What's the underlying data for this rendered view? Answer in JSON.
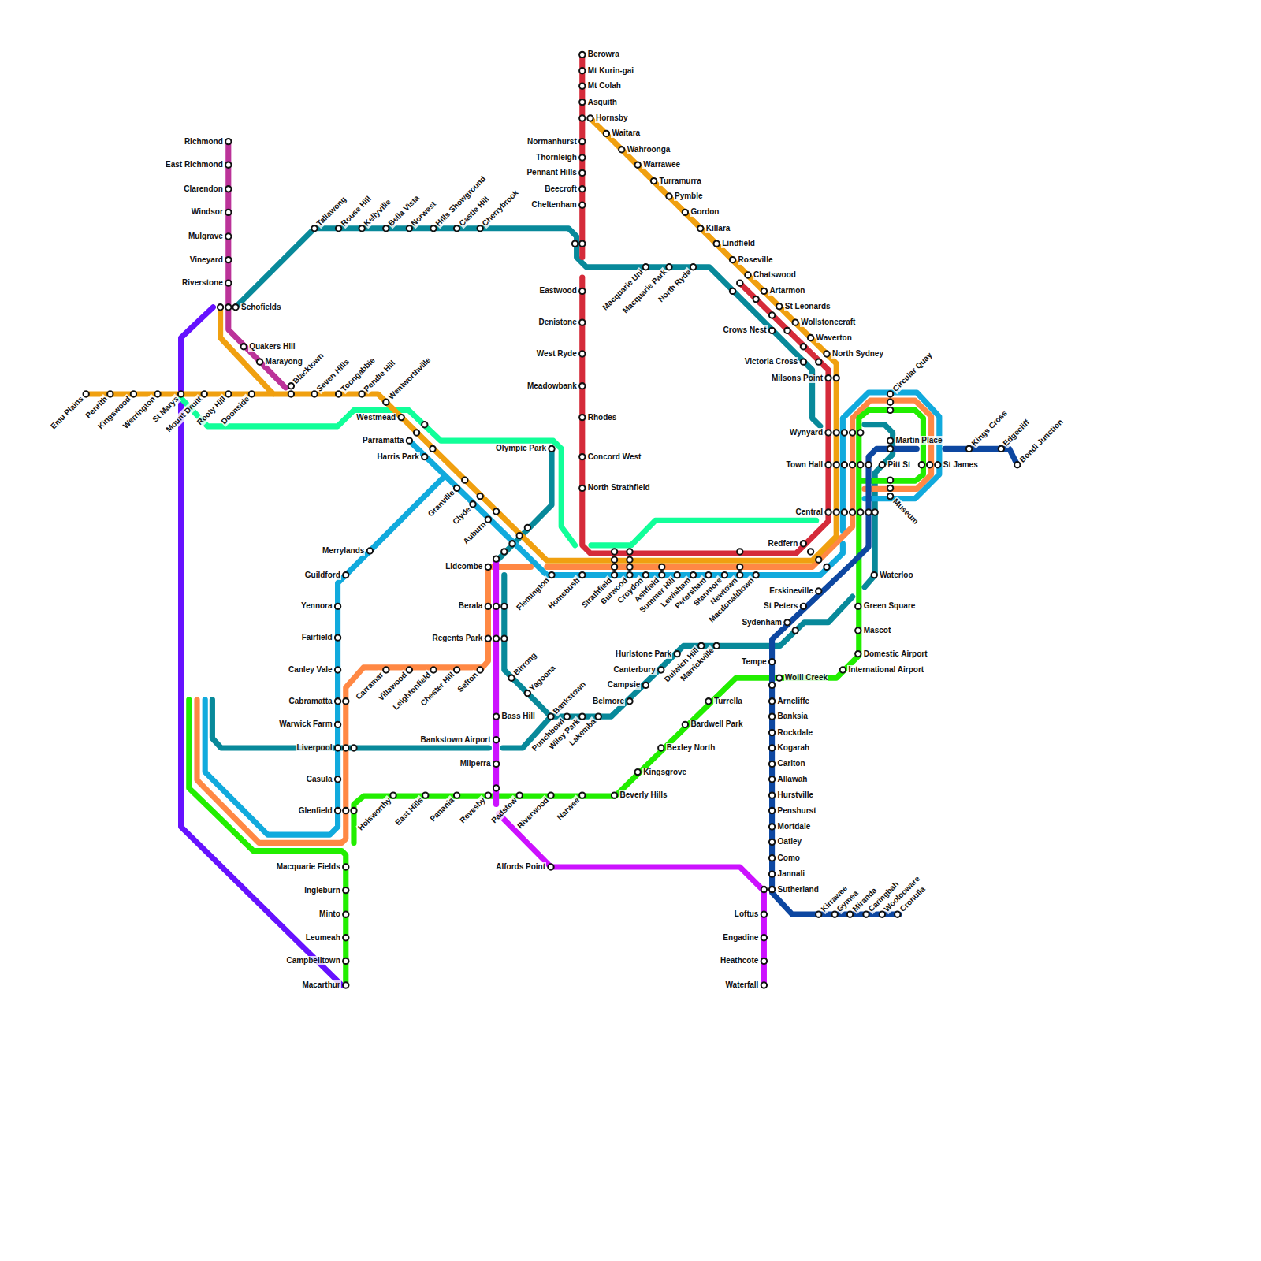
{
  "diagram": {
    "labels": [
      "Berowra",
      "Mt Kurin-gai",
      "Mt Colah",
      "Asquith",
      "Hornsby",
      "Normanhurst",
      "Thornleigh",
      "Pennant Hills",
      "Beecroft",
      "Cheltenham",
      "Eastwood",
      "Denistone",
      "West Ryde",
      "Meadowbank",
      "Rhodes",
      "Concord West",
      "North Strathfield",
      "Waitara",
      "Wahroonga",
      "Warrawee",
      "Turramurra",
      "Pymble",
      "Gordon",
      "Killara",
      "Lindfield",
      "Roseville",
      "Chatswood",
      "Artarmon",
      "St Leonards",
      "Wollstonecraft",
      "Waverton",
      "North Sydney",
      "Milsons Point",
      "Macquarie Uni",
      "Macquarie Park",
      "North Ryde",
      "Crows Nest",
      "Victoria Cross",
      "Tallawong",
      "Rouse Hill",
      "Kellyville",
      "Bella Vista",
      "Norwest",
      "Hills Showground",
      "Castle Hill",
      "Cherrybrook",
      "Richmond",
      "East Richmond",
      "Clarendon",
      "Windsor",
      "Mulgrave",
      "Vineyard",
      "Riverstone",
      "Schofields",
      "Quakers Hill",
      "Marayong",
      "Blacktown",
      "Emu Plains",
      "Penrith",
      "Kingswood",
      "Werrington",
      "St Marys",
      "Mount Druitt",
      "Rooty Hill",
      "Doonside",
      "Seven Hills",
      "Toongabbie",
      "Pendle Hill",
      "Wentworthville",
      "Westmead",
      "Parramatta",
      "Harris Park",
      "Olympic Park",
      "Granville",
      "Clyde",
      "Auburn",
      "Lidcombe",
      "Flemington",
      "Homebush",
      "Strathfield",
      "Burwood",
      "Croydon",
      "Ashfield",
      "Summer Hill",
      "Lewisham",
      "Petersham",
      "Stanmore",
      "Newtown",
      "Macdonaldtown",
      "Redfern",
      "Erskineville",
      "St Peters",
      "Sydenham",
      "Tempe",
      "Wolli Creek",
      "Arncliffe",
      "Banksia",
      "Rockdale",
      "Kogarah",
      "Carlton",
      "Allawah",
      "Hurstville",
      "Penshurst",
      "Mortdale",
      "Oatley",
      "Como",
      "Jannali",
      "Sutherland",
      "Kirrawee",
      "Gymea",
      "Miranda",
      "Caringbah",
      "Woolooware",
      "Cronulla",
      "Loftus",
      "Engadine",
      "Heathcote",
      "Waterfall",
      "Green Square",
      "Mascot",
      "Domestic Airport",
      "International Airport",
      "Waterloo",
      "Turrella",
      "Bardwell Park",
      "Bexley North",
      "Kingsgrove",
      "Beverly Hills",
      "Narwee",
      "Riverwood",
      "Padstow",
      "Revesby",
      "Panania",
      "East Hills",
      "Holsworthy",
      "Belmore",
      "Campsie",
      "Canterbury",
      "Hurlstone Park",
      "Dulwich Hill",
      "Marrickville",
      "Lakemba",
      "Wiley Park",
      "Punchbowl",
      "Bankstown",
      "Yagoona",
      "Birrong",
      "Berala",
      "Regents Park",
      "Sefton",
      "Chester Hill",
      "Leightonfield",
      "Villawood",
      "Carramar",
      "Bass Hill",
      "Bankstown Airport",
      "Milperra",
      "Alfords Point",
      "Merrylands",
      "Guildford",
      "Yennora",
      "Fairfield",
      "Canley Vale",
      "Cabramatta",
      "Warwick Farm",
      "Liverpool",
      "Casula",
      "Glenfield",
      "Macquarie Fields",
      "Ingleburn",
      "Minto",
      "Leumeah",
      "Campbelltown",
      "Macarthur",
      "Wynyard",
      "Town Hall",
      "Central",
      "Circular Quay",
      "Martin Place",
      "Pitt St",
      "Museum",
      "St James",
      "Kings Cross",
      "Edgecliff",
      "Bondi Junction"
    ]
  }
}
